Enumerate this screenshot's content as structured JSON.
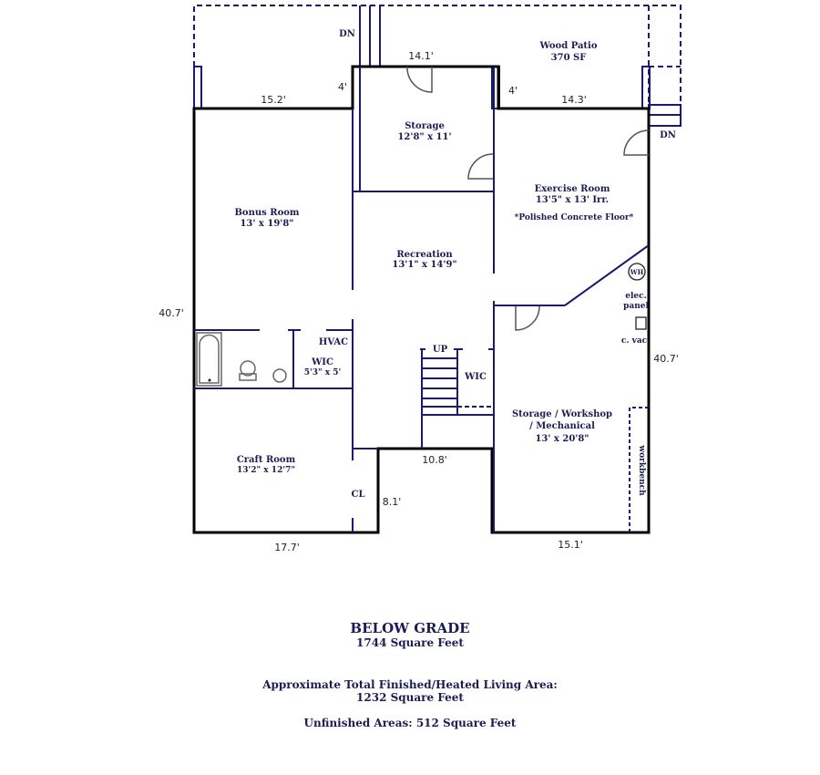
{
  "plan": {
    "colors": {
      "wall": "#1a1a6e",
      "exterior": "#000000",
      "fixture": "#666666"
    },
    "rooms": [
      {
        "name": "Wood Patio",
        "size": "370 SF"
      },
      {
        "name": "Storage",
        "size": "12'8\" x 11'"
      },
      {
        "name": "Exercise Room",
        "size": "13'5\" x 13' Irr.",
        "note": "*Polished Concrete Floor*"
      },
      {
        "name": "Bonus Room",
        "size": "13' x 19'8\""
      },
      {
        "name": "Recreation",
        "size": "13'1\" x 14'9\""
      },
      {
        "name": "WIC",
        "size": "5'3\" x 5'"
      },
      {
        "name": "Craft Room",
        "size": "13'2\" x 12'7\""
      },
      {
        "name": "Storage / Workshop",
        "name2": "/ Mechanical",
        "size": "13' x 20'8\""
      }
    ],
    "labels": {
      "dn_left": "DN",
      "dn_right": "DN",
      "hvac": "HVAC",
      "up": "UP",
      "wic_stair": "WIC",
      "cl": "CL",
      "wh": "WH",
      "elec1": "elec.",
      "elec2": "panel",
      "cvac": "c. vac",
      "workbench": "workbench"
    },
    "dimensions": {
      "top_left": "15.2'",
      "top_center": "14.1'",
      "top_right": "14.3'",
      "step_left": "4'",
      "step_right": "4'",
      "left_side": "40.7'",
      "right_side": "40.7'",
      "bottom_left": "17.7'",
      "bottom_center": "10.8'",
      "bottom_right": "15.1'",
      "notch_depth": "8.1'"
    }
  },
  "footer": {
    "title": "BELOW GRADE",
    "total": "1744 Square Feet",
    "finished_label": "Approximate Total Finished/Heated Living Area:",
    "finished_value": "1232 Square Feet",
    "unfinished": "Unfinished Areas:  512 Square Feet"
  }
}
